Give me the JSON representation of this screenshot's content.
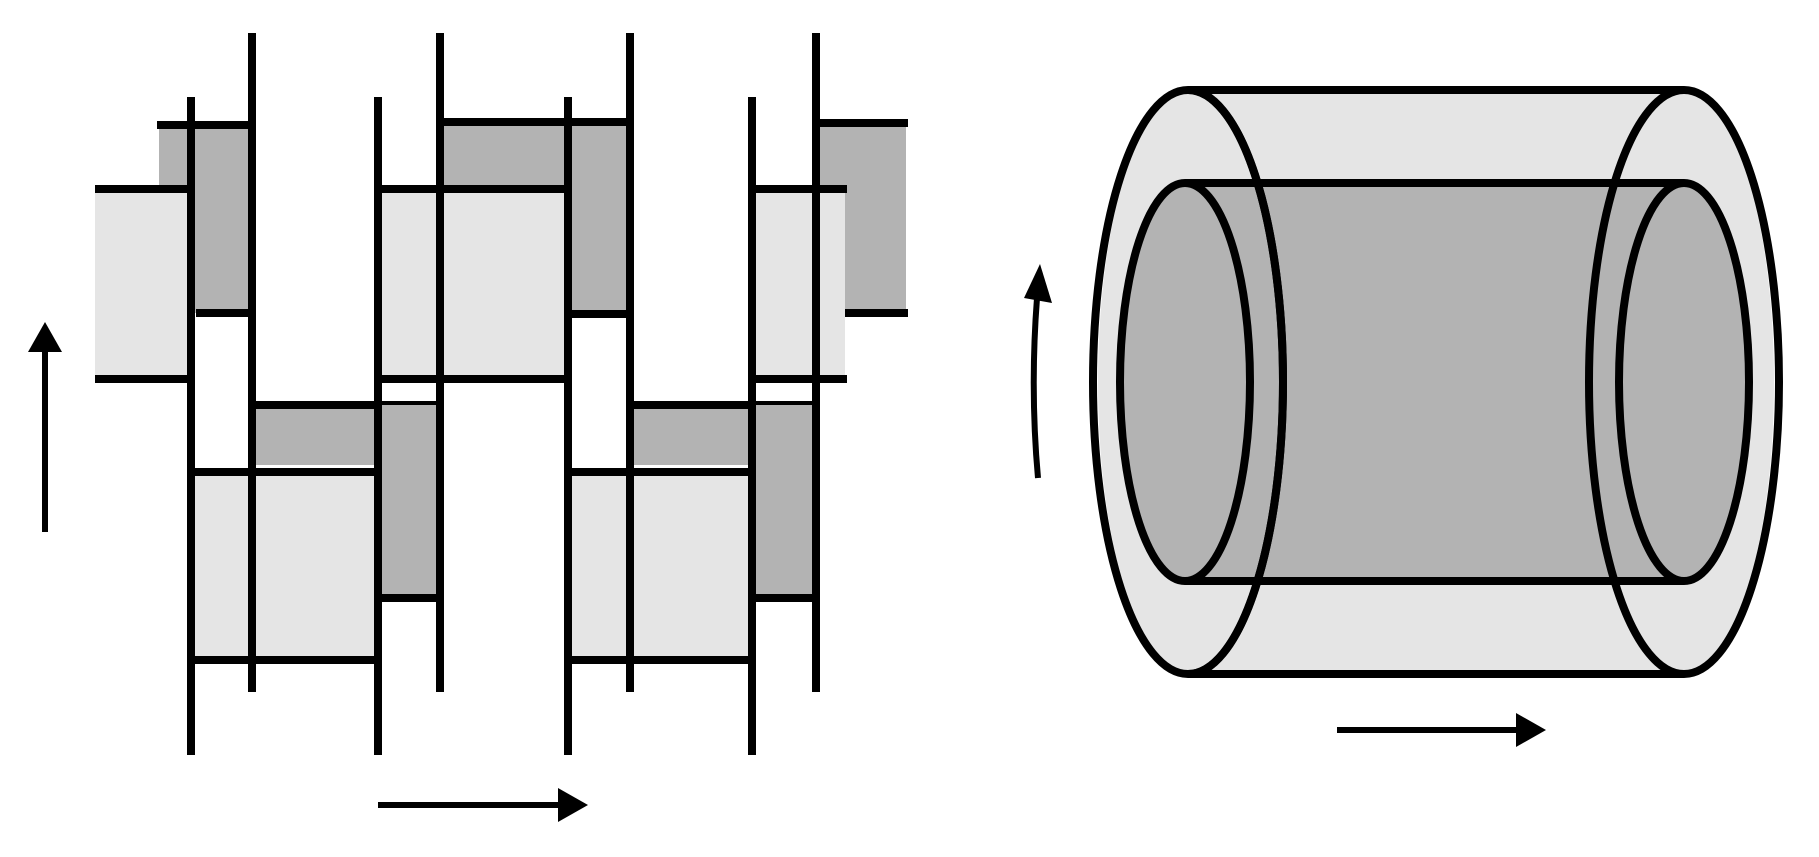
{
  "colors": {
    "background": "#ffffff",
    "stroke": "#000000",
    "light_fill": "#e5e5e5",
    "dark_fill": "#b3b3b3"
  },
  "panels": {
    "left": {
      "name": "planar-lattice-diagram",
      "arrows": [
        "up-arrow",
        "right-arrow"
      ]
    },
    "right": {
      "name": "cylindrical-tube-diagram",
      "arrows": [
        "curved-up-arrow",
        "right-arrow"
      ]
    }
  }
}
